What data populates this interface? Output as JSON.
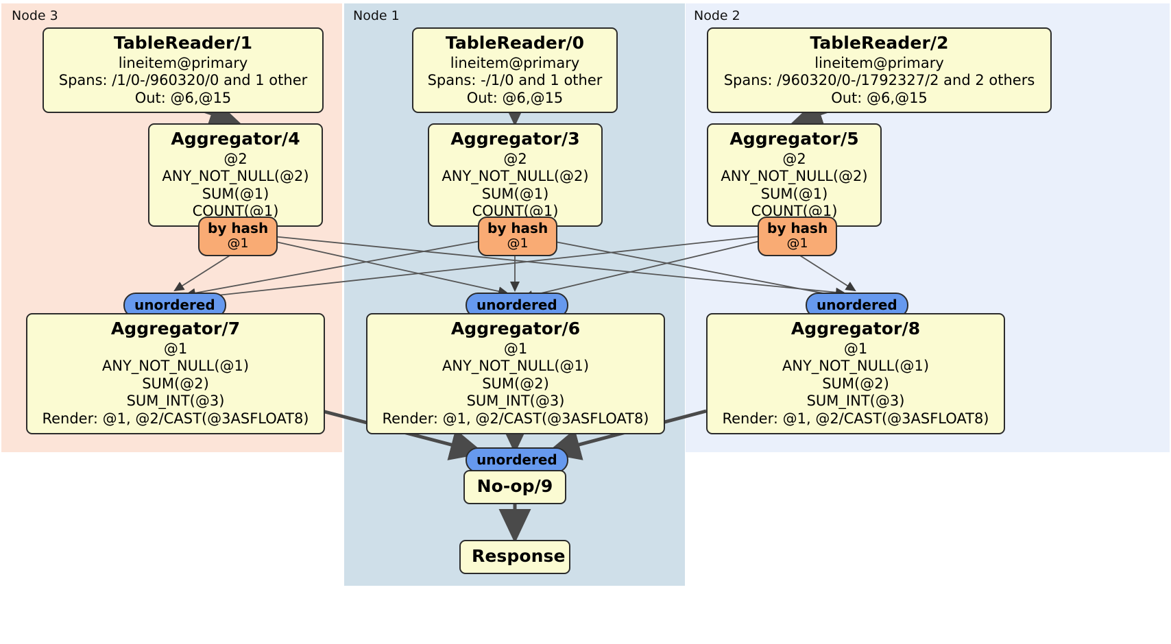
{
  "diagram": {
    "type": "distributed-query-plan",
    "title": "",
    "colors": {
      "node3_bg": "#fce4d8",
      "node1_bg": "#cfdfe9",
      "node2_bg": "#eaf0fb",
      "processor_bg": "#fbfbd2",
      "hash_router_bg": "#f9ab74",
      "unordered_router_bg": "#6699ee",
      "stroke": "#2b2b2b"
    }
  },
  "nodes": [
    {
      "id": "node3",
      "label": "Node 3"
    },
    {
      "id": "node1",
      "label": "Node 1"
    },
    {
      "id": "node2",
      "label": "Node 2"
    }
  ],
  "processors": {
    "table_reader_1": {
      "title": "TableReader/1",
      "lines": [
        "lineitem@primary",
        "Spans: /1/0-/960320/0 and 1 other",
        "Out: @6,@15"
      ]
    },
    "table_reader_0": {
      "title": "TableReader/0",
      "lines": [
        "lineitem@primary",
        "Spans: -/1/0 and 1 other",
        "Out: @6,@15"
      ]
    },
    "table_reader_2": {
      "title": "TableReader/2",
      "lines": [
        "lineitem@primary",
        "Spans: /960320/0-/1792327/2 and 2 others",
        "Out: @6,@15"
      ]
    },
    "aggregator_4": {
      "title": "Aggregator/4",
      "lines": [
        "@2",
        "ANY_NOT_NULL(@2)",
        "SUM(@1)",
        "COUNT(@1)"
      ]
    },
    "aggregator_3": {
      "title": "Aggregator/3",
      "lines": [
        "@2",
        "ANY_NOT_NULL(@2)",
        "SUM(@1)",
        "COUNT(@1)"
      ]
    },
    "aggregator_5": {
      "title": "Aggregator/5",
      "lines": [
        "@2",
        "ANY_NOT_NULL(@2)",
        "SUM(@1)",
        "COUNT(@1)"
      ]
    },
    "aggregator_7": {
      "title": "Aggregator/7",
      "lines": [
        "@1",
        "ANY_NOT_NULL(@1)",
        "SUM(@2)",
        "SUM_INT(@3)",
        "Render: @1, @2/CAST(@3ASFLOAT8)"
      ]
    },
    "aggregator_6": {
      "title": "Aggregator/6",
      "lines": [
        "@1",
        "ANY_NOT_NULL(@1)",
        "SUM(@2)",
        "SUM_INT(@3)",
        "Render: @1, @2/CAST(@3ASFLOAT8)"
      ]
    },
    "aggregator_8": {
      "title": "Aggregator/8",
      "lines": [
        "@1",
        "ANY_NOT_NULL(@1)",
        "SUM(@2)",
        "SUM_INT(@3)",
        "Render: @1, @2/CAST(@3ASFLOAT8)"
      ]
    },
    "noop_9": {
      "title": "No-op/9",
      "lines": []
    },
    "response": {
      "title": "Response",
      "lines": []
    }
  },
  "routers": {
    "hash_left": {
      "label": "by hash",
      "sublabel": "@1"
    },
    "hash_mid": {
      "label": "by hash",
      "sublabel": "@1"
    },
    "hash_right": {
      "label": "by hash",
      "sublabel": "@1"
    },
    "unordered_left": {
      "label": "unordered"
    },
    "unordered_mid": {
      "label": "unordered"
    },
    "unordered_right": {
      "label": "unordered"
    },
    "unordered_final": {
      "label": "unordered"
    }
  }
}
